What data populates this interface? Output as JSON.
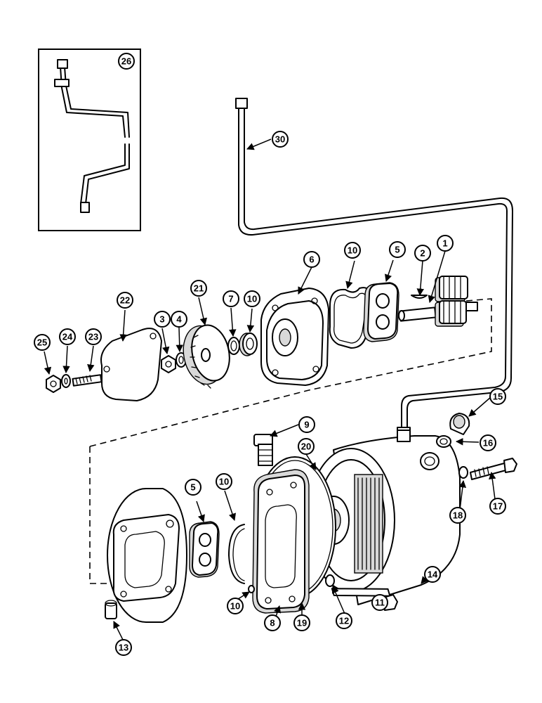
{
  "labels": {
    "p1": "1",
    "p2": "2",
    "p3": "3",
    "p4": "4",
    "p5a": "5",
    "p5b": "5",
    "p6": "6",
    "p7": "7",
    "p8": "8",
    "p9": "9",
    "p10a": "10",
    "p10b": "10",
    "p10c": "10",
    "p10d": "10",
    "p11": "11",
    "p12": "12",
    "p13": "13",
    "p14": "14",
    "p15": "15",
    "p16": "16",
    "p17": "17",
    "p18": "18",
    "p19": "19",
    "p20": "20",
    "p21": "21",
    "p22": "22",
    "p23": "23",
    "p24": "24",
    "p25": "25",
    "p26": "26",
    "p30": "30"
  }
}
